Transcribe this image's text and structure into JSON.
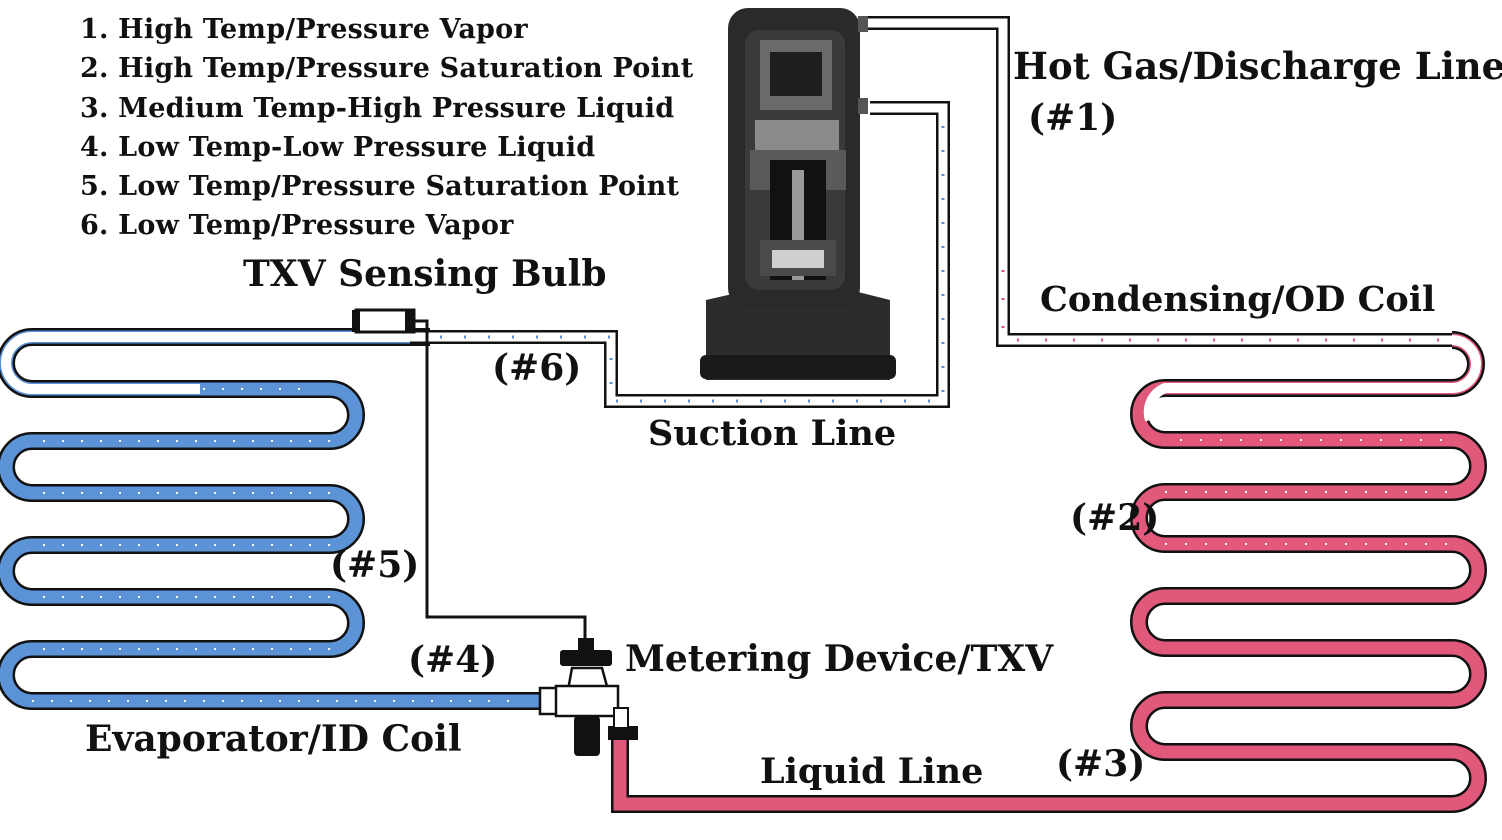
{
  "legend": {
    "items": [
      "1. High Temp/Pressure Vapor",
      "2. High Temp/Pressure Saturation Point",
      "3. Medium Temp-High Pressure Liquid",
      "4. Low Temp-Low Pressure Liquid",
      "5. Low Temp/Pressure Saturation Point",
      "6. Low Temp/Pressure Vapor"
    ]
  },
  "labels": {
    "hot_gas_line": "Hot Gas/Discharge Line",
    "hot_gas_num": "(#1)",
    "condensing_coil": "Condensing/OD Coil",
    "txv_bulb": "TXV Sensing Bulb",
    "suction_line": "Suction Line",
    "metering_device": "Metering Device/TXV",
    "evaporator_coil": "Evaporator/ID Coil",
    "liquid_line": "Liquid Line",
    "n2": "(#2)",
    "n3": "(#3)",
    "n4": "(#4)",
    "n5": "(#5)",
    "n6": "(#6)"
  },
  "colors": {
    "cold_refrigerant": "#5b93d6",
    "hot_refrigerant": "#e0587a",
    "outline": "#111111",
    "compressor_shell": "#2a2a2a"
  },
  "icons": {
    "compressor": "scroll-compressor-cutaway",
    "metering_device": "txv-valve",
    "sensing_bulb": "txv-sensing-bulb"
  }
}
